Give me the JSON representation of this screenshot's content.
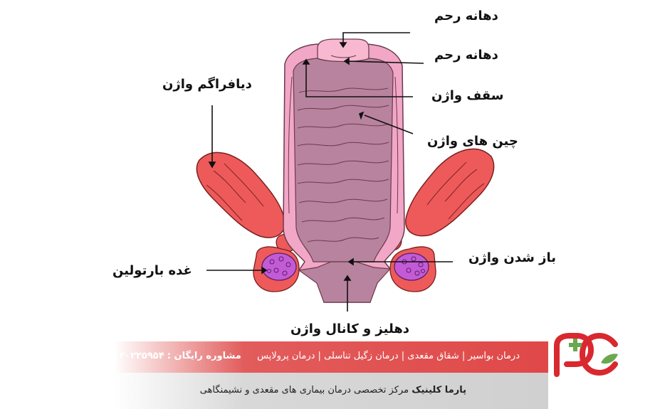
{
  "labels": {
    "cervix_top": "دهانه رحم",
    "cervix": "دهانه رحم",
    "vaginal_vault": "سقف واژن",
    "vaginal_rugae": "چین های واژن",
    "vaginal_diaphragm": "دیافراگم واژن",
    "vaginal_opening": "باز شدن واژن",
    "bartholin_gland": "غده بارتولین",
    "vestibule_canal": "دهلیز و کانال واژن"
  },
  "banner": {
    "services": "درمان بواسیر | شقاق مقعدی | درمان زگیل تناسلی | درمان پرولاپس",
    "consult_label": "مشاوره رایگان :",
    "phone": "۰۹۱۲۰۲۲۵۹۵۴",
    "clinic_name": "پارما کلینیک",
    "clinic_desc": "مرکز تخصصی درمان بیماری های مقعدی و نشیمنگاهی"
  },
  "colors": {
    "uterus_outer": "#f2a7c6",
    "canal_fill": "#b8839e",
    "cervix": "#f7b8d0",
    "muscle": "#ee5a5a",
    "gland": "#c45bd6",
    "banner_red": "#e04848",
    "banner_gray": "#d0d0d0",
    "logo_red": "#d9282f",
    "logo_green": "#6aa84f"
  }
}
